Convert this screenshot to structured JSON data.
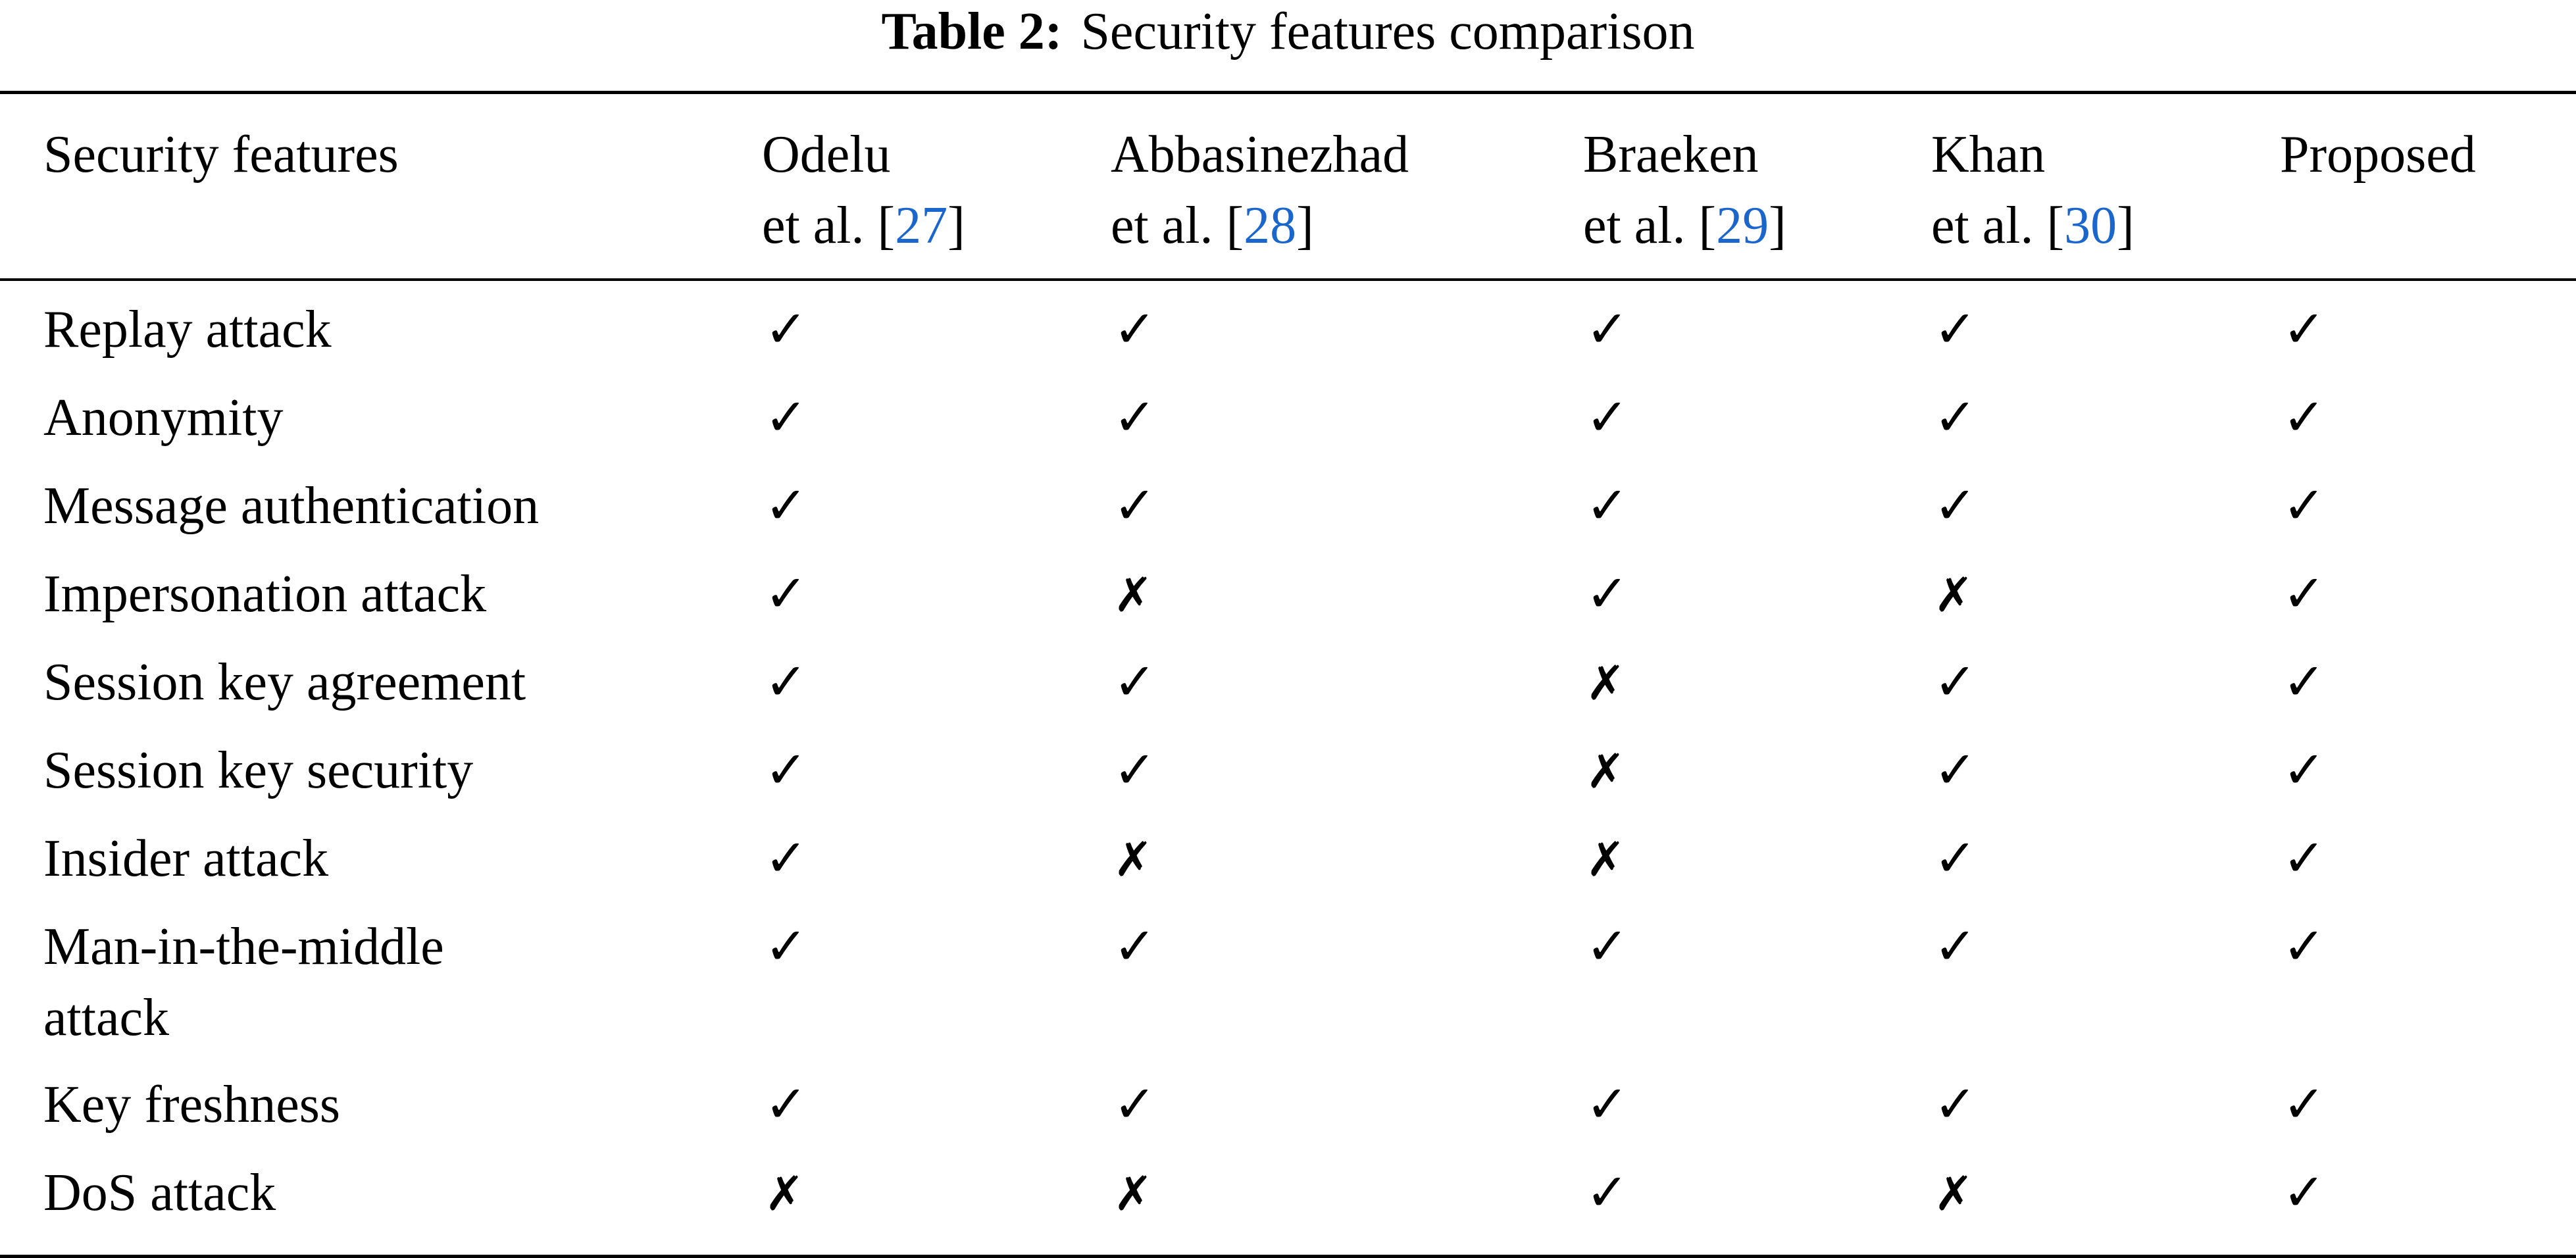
{
  "caption": {
    "label": "Table 2:",
    "text": "Security features comparison"
  },
  "columns": [
    {
      "line1": "Security features",
      "line2": "",
      "ref": ""
    },
    {
      "line1": "Odelu",
      "line2": "et al. [",
      "ref": "27",
      "close": "]"
    },
    {
      "line1": "Abbasinezhad",
      "line2": "et al. [",
      "ref": "28",
      "close": "]"
    },
    {
      "line1": "Braeken",
      "line2": "et al. [",
      "ref": "29",
      "close": "]"
    },
    {
      "line1": "Khan",
      "line2": "et al. [",
      "ref": "30",
      "close": "]"
    },
    {
      "line1": "Proposed",
      "line2": "",
      "ref": ""
    }
  ],
  "symbols": {
    "yes": "✓",
    "no": "✗"
  },
  "rows": [
    {
      "feature": "Replay attack",
      "values": [
        "yes",
        "yes",
        "yes",
        "yes",
        "yes"
      ]
    },
    {
      "feature": "Anonymity",
      "values": [
        "yes",
        "yes",
        "yes",
        "yes",
        "yes"
      ]
    },
    {
      "feature": "Message authentication",
      "values": [
        "yes",
        "yes",
        "yes",
        "yes",
        "yes"
      ]
    },
    {
      "feature": "Impersonation attack",
      "values": [
        "yes",
        "no",
        "yes",
        "no",
        "yes"
      ]
    },
    {
      "feature": "Session key agreement",
      "values": [
        "yes",
        "yes",
        "no",
        "yes",
        "yes"
      ]
    },
    {
      "feature": "Session key security",
      "values": [
        "yes",
        "yes",
        "no",
        "yes",
        "yes"
      ]
    },
    {
      "feature": "Insider attack",
      "values": [
        "yes",
        "no",
        "no",
        "yes",
        "yes"
      ]
    },
    {
      "feature": "Man-in-the-middle",
      "feature_line2": "attack",
      "values": [
        "yes",
        "yes",
        "yes",
        "yes",
        "yes"
      ]
    },
    {
      "feature": "Key freshness",
      "values": [
        "yes",
        "yes",
        "yes",
        "yes",
        "yes"
      ]
    },
    {
      "feature": "DoS attack",
      "values": [
        "no",
        "no",
        "yes",
        "no",
        "yes"
      ]
    }
  ],
  "colors": {
    "reference_link": "#1a66cc",
    "text": "#000000",
    "background": "#ffffff"
  }
}
